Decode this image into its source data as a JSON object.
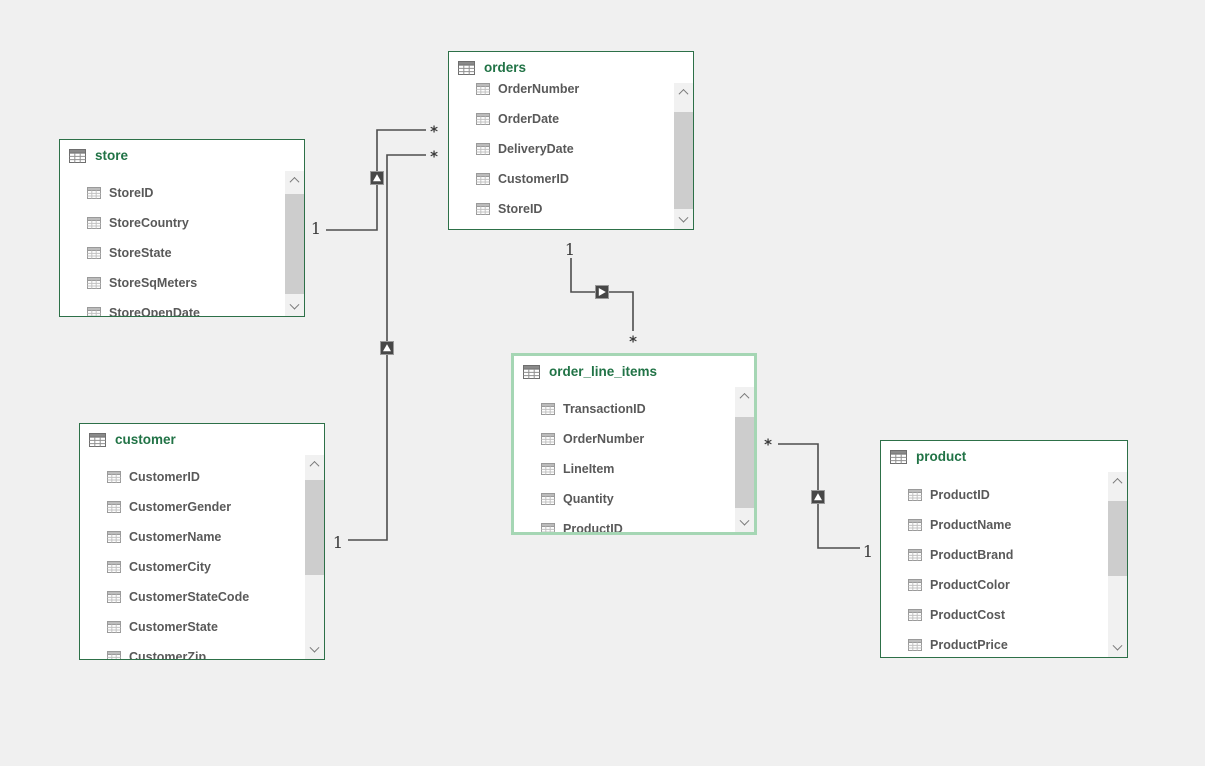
{
  "diagram": {
    "tables": {
      "store": {
        "title": "store",
        "fields": [
          "StoreID",
          "StoreCountry",
          "StoreState",
          "StoreSqMeters",
          "StoreOpenDate"
        ]
      },
      "orders": {
        "title": "orders",
        "fields": [
          "OrderNumber",
          "OrderDate",
          "DeliveryDate",
          "CustomerID",
          "StoreID"
        ]
      },
      "customer": {
        "title": "customer",
        "fields": [
          "CustomerID",
          "CustomerGender",
          "CustomerName",
          "CustomerCity",
          "CustomerStateCode",
          "CustomerState",
          "CustomerZip"
        ]
      },
      "order_line_items": {
        "title": "order_line_items",
        "fields": [
          "TransactionID",
          "OrderNumber",
          "LineItem",
          "Quantity",
          "ProductID"
        ]
      },
      "product": {
        "title": "product",
        "fields": [
          "ProductID",
          "ProductName",
          "ProductBrand",
          "ProductColor",
          "ProductCost",
          "ProductPrice"
        ]
      }
    },
    "relationships": [
      {
        "from_table": "store",
        "to_table": "orders",
        "from_cardinality": "1",
        "to_cardinality": "*"
      },
      {
        "from_table": "customer",
        "to_table": "orders",
        "from_cardinality": "1",
        "to_cardinality": "*"
      },
      {
        "from_table": "orders",
        "to_table": "order_line_items",
        "from_cardinality": "1",
        "to_cardinality": "*"
      },
      {
        "from_table": "product",
        "to_table": "order_line_items",
        "from_cardinality": "1",
        "to_cardinality": "*"
      }
    ],
    "colors": {
      "background": "#f0f0f0",
      "table_border": "#2d7048",
      "selected_table_border": "#a5d6b4",
      "title_text": "#217346",
      "field_text": "#595959",
      "relationship_line": "#4d4d4d"
    }
  }
}
